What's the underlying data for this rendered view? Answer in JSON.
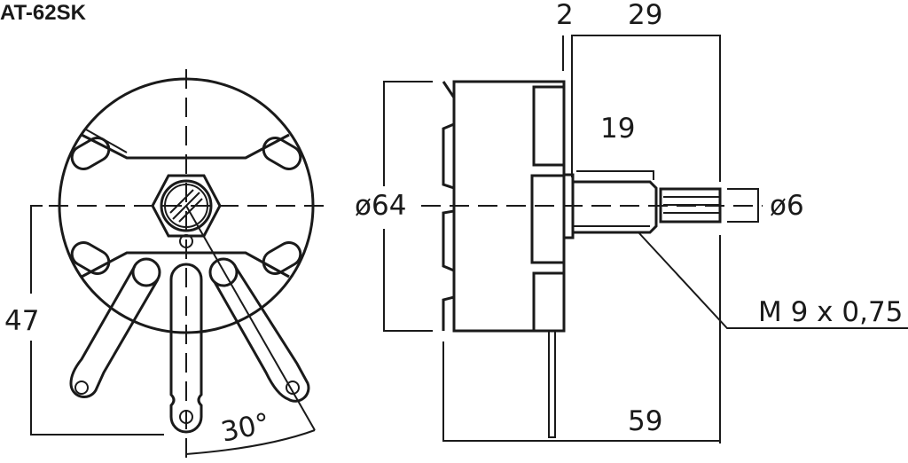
{
  "title": "AT-62SK",
  "dimensions": {
    "height_47": "47",
    "angle": "30°",
    "diameter_body": "ø64",
    "flange": "2",
    "shaft_total": "29",
    "thread_length": "19",
    "shaft_diameter": "ø6",
    "thread": "M 9 x 0,75",
    "overall_length": "59"
  }
}
